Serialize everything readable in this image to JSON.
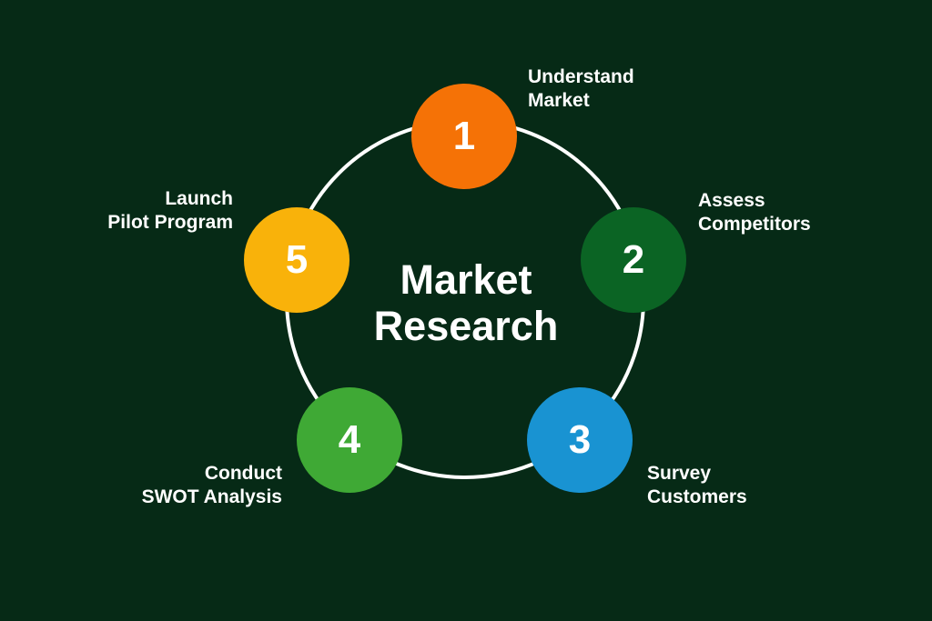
{
  "colors": {
    "background": "#062a16",
    "ring": "#ffffff",
    "step1": "#f57206",
    "step2": "#0b6424",
    "step3": "#1993d2",
    "step4": "#3fa935",
    "step5": "#f9b20a"
  },
  "center": {
    "line1": "Market",
    "line2": "Research"
  },
  "steps": [
    {
      "number": "1",
      "label_line1": "Understand",
      "label_line2": "Market"
    },
    {
      "number": "2",
      "label_line1": "Assess",
      "label_line2": "Competitors"
    },
    {
      "number": "3",
      "label_line1": "Survey",
      "label_line2": "Customers"
    },
    {
      "number": "4",
      "label_line1": "Conduct",
      "label_line2": "SWOT Analysis"
    },
    {
      "number": "5",
      "label_line1": "Launch",
      "label_line2": "Pilot Program"
    }
  ]
}
